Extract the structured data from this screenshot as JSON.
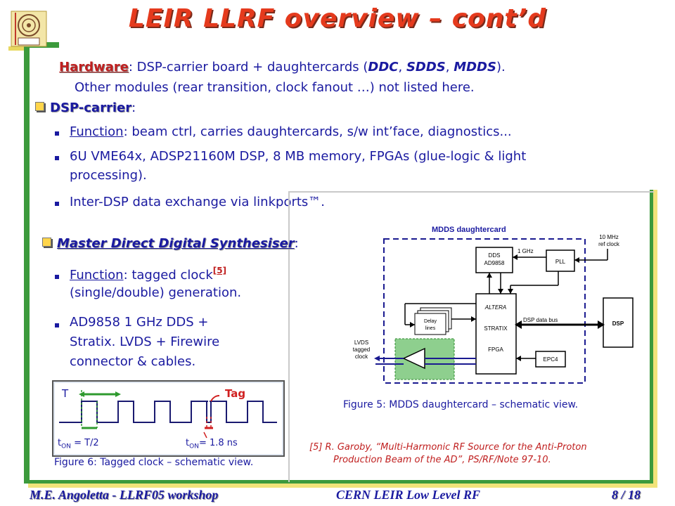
{
  "title": "LEIR LLRF overview – cont’d",
  "hardware": {
    "label": "Hardware",
    "line1_rest_a": ": DSP-carrier board + daughtercards (",
    "ddc": "DDC",
    "sdds": "SDDS",
    "mdds": "MDDS",
    "line1_rest_b": ").",
    "line2": "Other modules (rear transition, clock fanout …) not listed here."
  },
  "dsp": {
    "heading": "DSP-carrier",
    "colon": ":",
    "b1_label": "Function",
    "b1_rest": ": beam ctrl, carries daughtercards, s/w int’face, diagnostics...",
    "b2_line1": "6U VME64x, ADSP21160M DSP, 8 MB memory, FPGAs (glue-logic & light",
    "b2_line2": "processing).",
    "b3": "Inter-DSP data exchange via linkports™."
  },
  "mdds_section": {
    "heading": "Master Direct Digital Synthesiser",
    "colon": ":",
    "b1_label": "Function",
    "b1_rest": ": tagged clock",
    "b1_ref": "[5]",
    "b1_line2": "(single/double) generation.",
    "b2_line1": "AD9858 1 GHz DDS +",
    "b2_line2": "Stratix. LVDS + Firewire",
    "b2_line3": "connector & cables."
  },
  "schematic": {
    "title": "MDDS daughtercard",
    "dds": "DDS",
    "dds2": "AD9858",
    "ghz": "1 GHz",
    "pll": "PLL",
    "ref1": "10 MHz",
    "ref2": "ref clock",
    "delay1": "Delay",
    "delay2": "lines",
    "altera": "ALTERA",
    "stratix": "STRATIX",
    "fpga": "FPGA",
    "dspbus": "DSP data bus",
    "dsp": "DSP",
    "lvds1": "LVDS",
    "lvds2": "tagged",
    "lvds3": "clock",
    "epc": "EPC4"
  },
  "fig5_caption": "Figure 5: MDDS daughtercard – schematic view.",
  "tag": {
    "t": "T",
    "tag": "Tag",
    "ton1": "t",
    "ton1_sub": "ON",
    "ton1_val": " = T/2",
    "ton2": "t",
    "ton2_sub": "ON",
    "ton2_val": "= 1.8 ns"
  },
  "fig6_caption": "Figure 6: Tagged clock – schematic view.",
  "reference": {
    "line1": "[5] R. Garoby, “Multi-Harmonic RF Source for the Anti-Proton",
    "line2": "Production Beam of the AD”, PS/RF/Note 97-10."
  },
  "footer": {
    "left": "M.E. Angoletta - LLRF05 workshop",
    "center": "CERN LEIR Low Level RF",
    "right": "8 / 18"
  },
  "colors": {
    "title": "#e53a1d",
    "text": "#1a1aa0",
    "accent_red": "#c02020",
    "frame_green": "#3c9a3c",
    "frame_yellow": "#f1e37a"
  }
}
